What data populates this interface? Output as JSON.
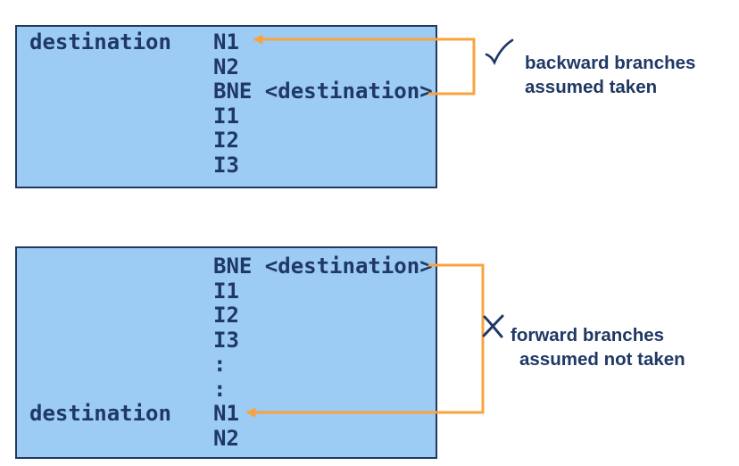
{
  "colors": {
    "box_fill": "#9CCBF3",
    "box_border": "#22395F",
    "text_navy": "#1F3864",
    "arrow_orange": "#F9A33F"
  },
  "backward_box": {
    "rows": [
      {
        "label": "destination",
        "instr": "N1"
      },
      {
        "label": "",
        "instr": "N2"
      },
      {
        "label": "",
        "instr": "BNE <destination>"
      },
      {
        "label": "",
        "instr": "I1"
      },
      {
        "label": "",
        "instr": "I2"
      },
      {
        "label": "",
        "instr": "I3"
      }
    ],
    "annotation": {
      "icon": "check-mark",
      "line1": "backward branches",
      "line2": "assumed taken"
    }
  },
  "forward_box": {
    "rows": [
      {
        "label": "",
        "instr": "BNE <destination>"
      },
      {
        "label": "",
        "instr": "I1"
      },
      {
        "label": "",
        "instr": "I2"
      },
      {
        "label": "",
        "instr": "I3"
      },
      {
        "label": "",
        "instr": ":"
      },
      {
        "label": "",
        "instr": ":"
      },
      {
        "label": "destination",
        "instr": "N1"
      },
      {
        "label": "",
        "instr": "N2"
      }
    ],
    "annotation": {
      "icon": "cross-mark",
      "line1": "forward branches",
      "line2": "assumed not taken"
    }
  }
}
